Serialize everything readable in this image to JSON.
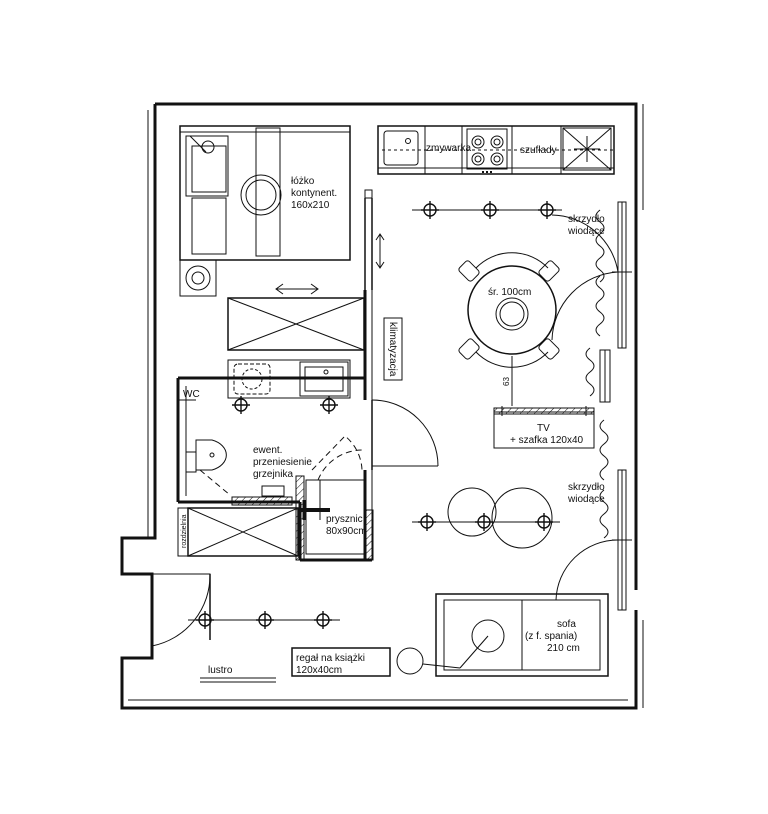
{
  "labels": {
    "bed": [
      "łóżko",
      "kontynent.",
      "160x210"
    ],
    "dishwasher": "zmywarka",
    "drawers": "szuflady",
    "sliding_wing_top": [
      "skrzydło",
      "wiodące"
    ],
    "sliding_wing_bottom": [
      "skrzydło",
      "wiodące"
    ],
    "table": "śr. 100cm",
    "tv": [
      "TV",
      "+ szafka 120x40"
    ],
    "ac": "klimatyzacja",
    "wc": "WC",
    "heater": [
      "ewent.",
      "przeniesienie",
      "grzejnika"
    ],
    "shower": [
      "prysznic",
      "80x90cm"
    ],
    "distributor": "rozdzielnia",
    "sofa": [
      "sofa",
      "(z f. spania)",
      "210  cm"
    ],
    "mirror": "lustro",
    "bookshelf": [
      "regał na książki",
      "120x40cm"
    ],
    "dim_63": "63"
  },
  "colors": {
    "line": "#111111",
    "background": "#ffffff"
  },
  "icons": [
    "light-fixture-icon",
    "sink-icon",
    "cooktop-icon",
    "fridge-icon",
    "toilet-icon",
    "double-arrow-icon",
    "radiator-icon"
  ]
}
